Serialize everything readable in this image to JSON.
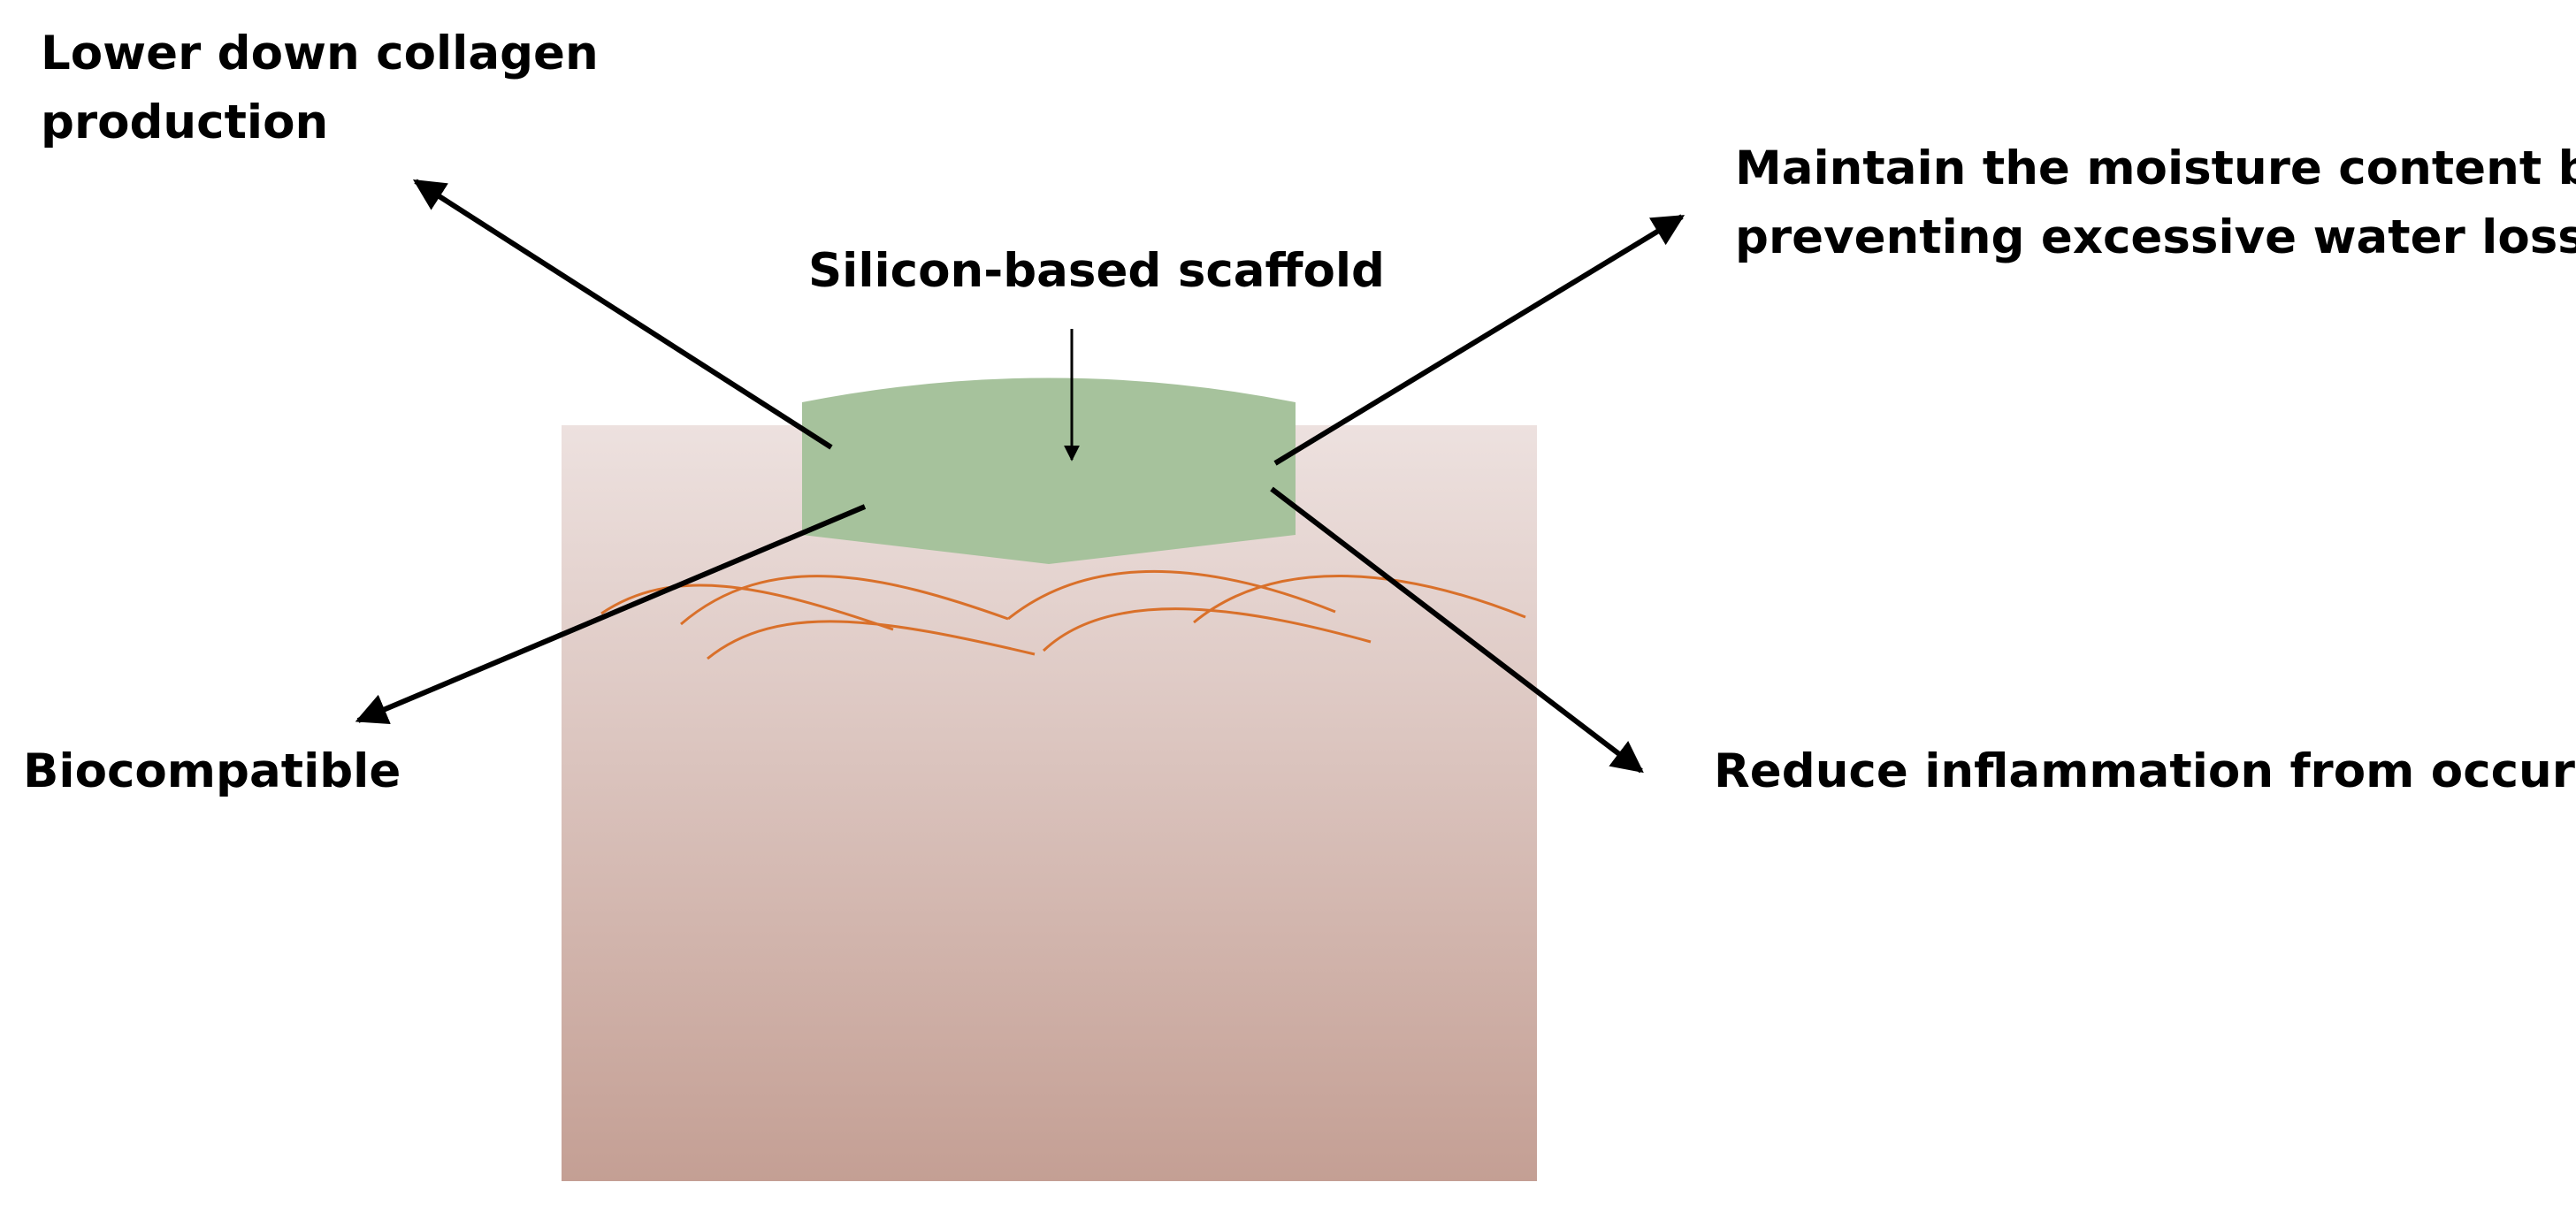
{
  "labels": {
    "collagen": "Lower down collagen\nproduction",
    "moisture": "Maintain the moisture content by\npreventing excessive water loss",
    "scaffold": "Silicon-based scaffold",
    "biocompatible": "Biocompatible",
    "inflammation": "Reduce inflammation from occur"
  },
  "colors": {
    "skin_top": "#ede1df",
    "skin_bottom": "#c49f94",
    "scaffold": "#a6c29c",
    "collagen_fibers": "#d9702a",
    "arrows": "#000000",
    "text": "#000000"
  }
}
